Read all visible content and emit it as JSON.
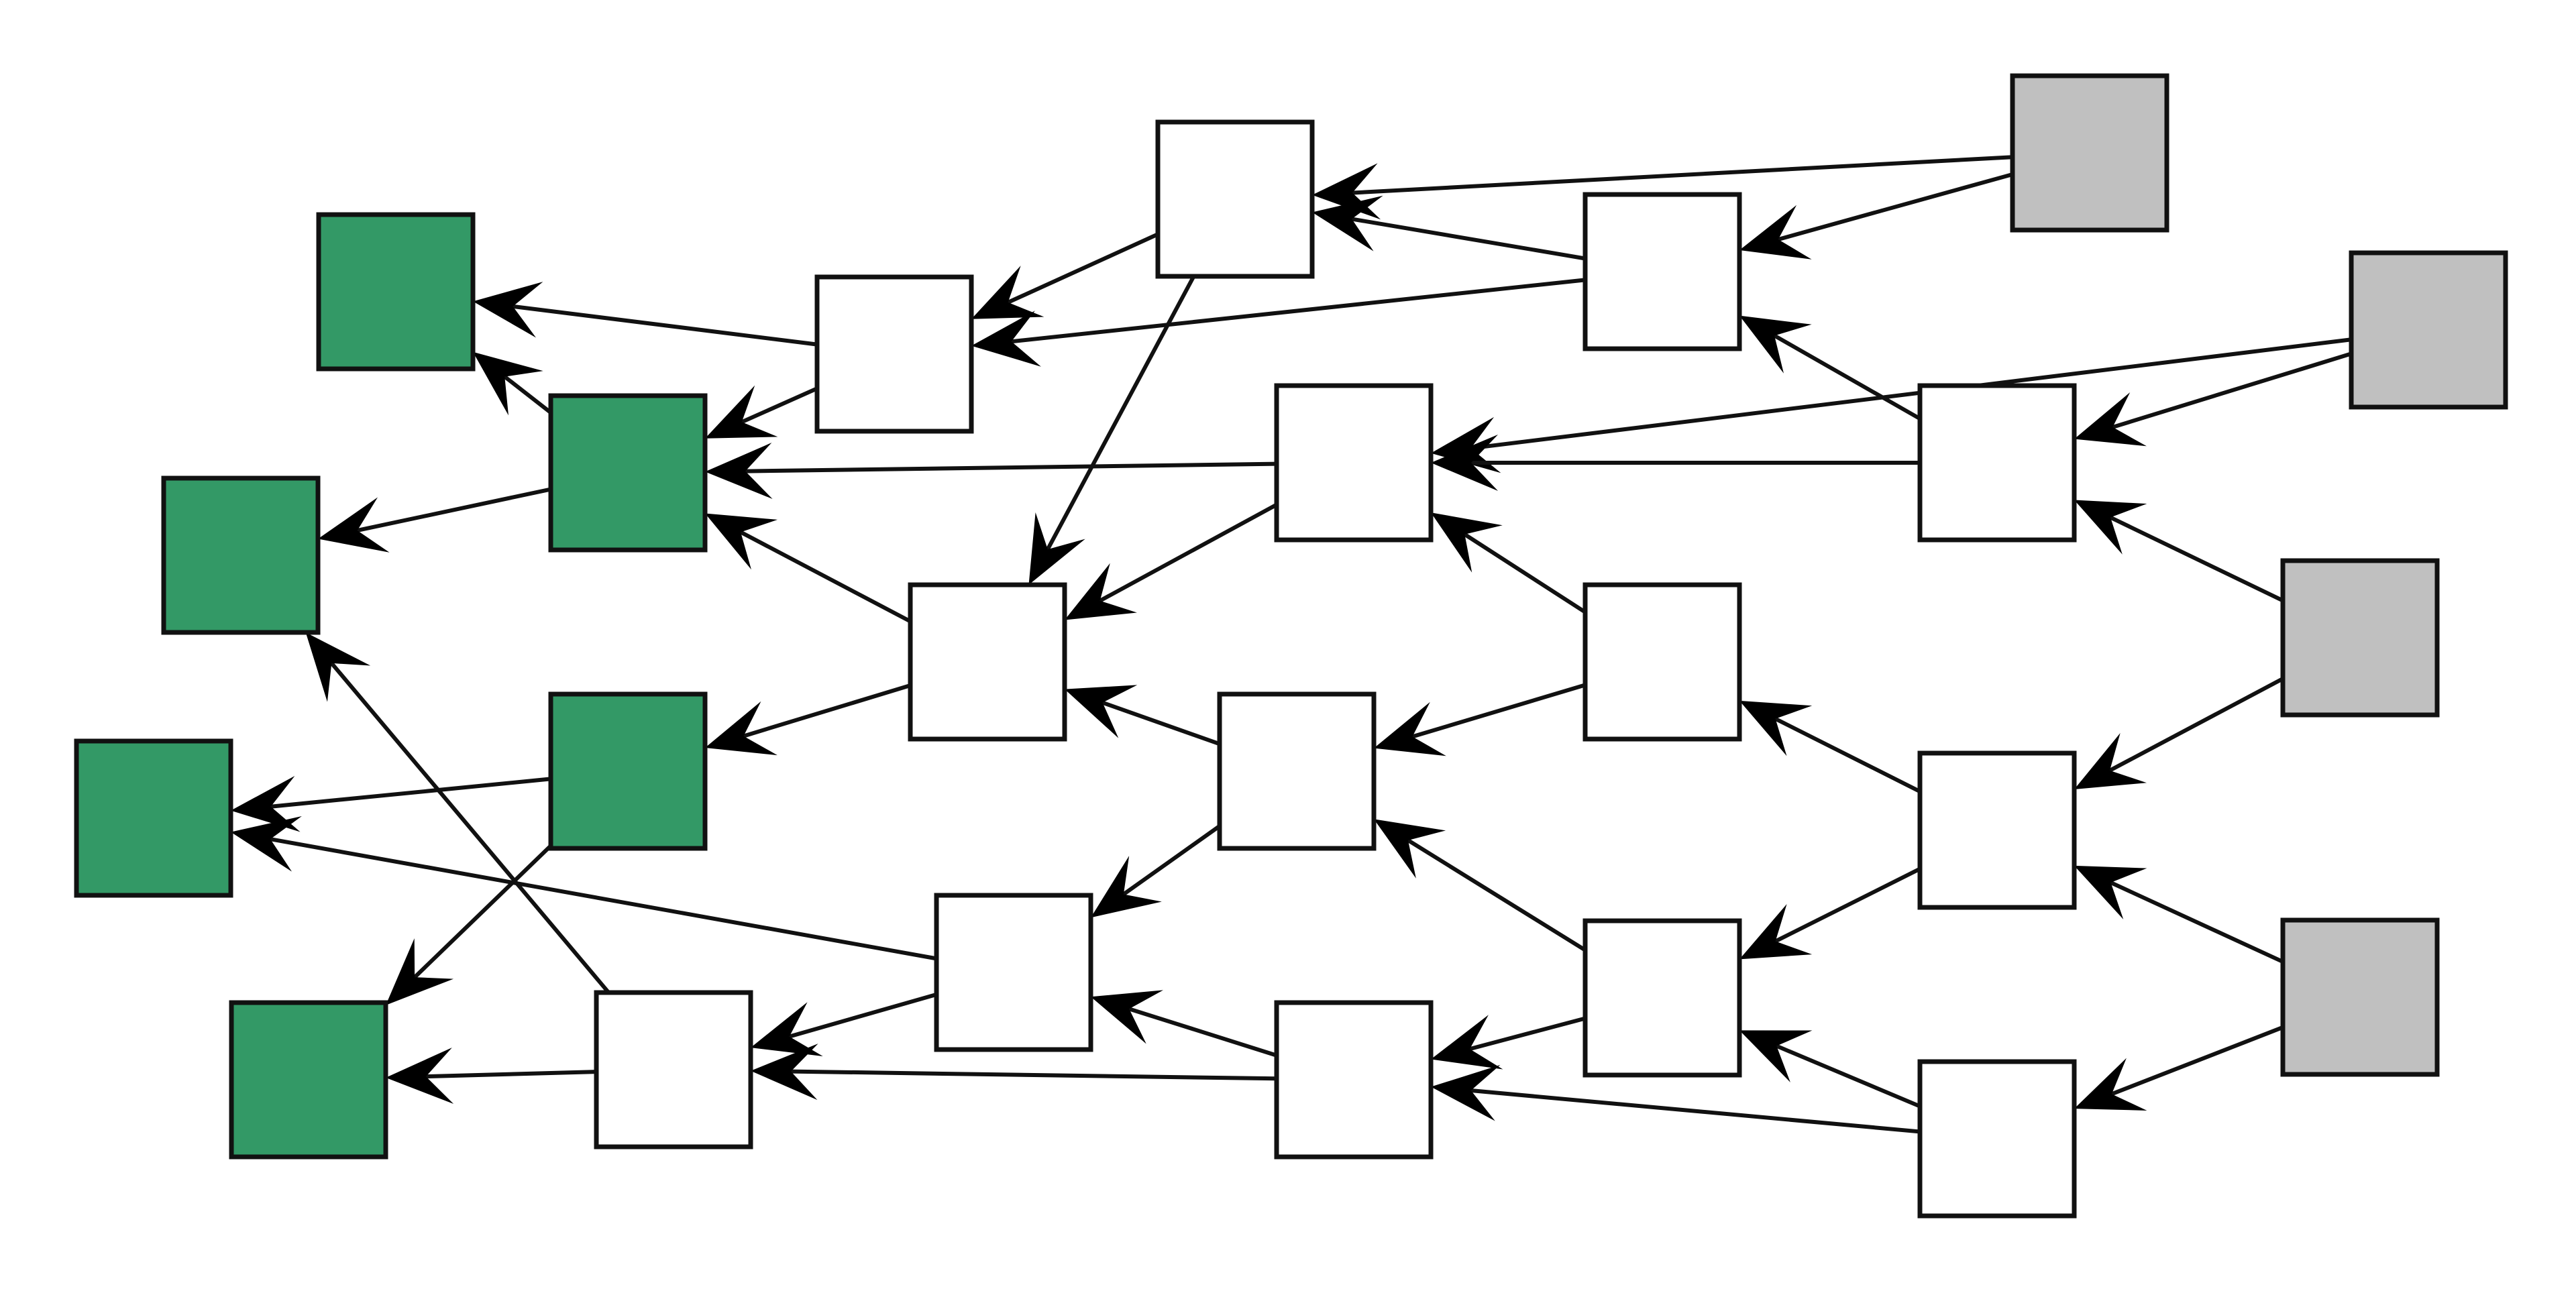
{
  "colors": {
    "source": "#c0c0c0",
    "sink": "#339966",
    "intermediate": "#ffffff",
    "edge": "#111111"
  },
  "nodes": [
    {
      "id": "n1",
      "kind": "source"
    },
    {
      "id": "n2",
      "kind": "source"
    },
    {
      "id": "n3",
      "kind": "source"
    },
    {
      "id": "n4",
      "kind": "source"
    },
    {
      "id": "n5",
      "kind": "intermediate"
    },
    {
      "id": "n6",
      "kind": "intermediate"
    },
    {
      "id": "n7",
      "kind": "intermediate"
    },
    {
      "id": "n8",
      "kind": "intermediate"
    },
    {
      "id": "n9",
      "kind": "intermediate"
    },
    {
      "id": "n10",
      "kind": "intermediate"
    },
    {
      "id": "n11",
      "kind": "intermediate"
    },
    {
      "id": "n12",
      "kind": "intermediate"
    },
    {
      "id": "n13",
      "kind": "intermediate"
    },
    {
      "id": "n14",
      "kind": "intermediate"
    },
    {
      "id": "n15",
      "kind": "intermediate"
    },
    {
      "id": "n16",
      "kind": "intermediate"
    },
    {
      "id": "n17",
      "kind": "intermediate"
    },
    {
      "id": "n18",
      "kind": "intermediate"
    },
    {
      "id": "n19",
      "kind": "intermediate"
    },
    {
      "id": "n20",
      "kind": "sink"
    },
    {
      "id": "n21",
      "kind": "sink"
    },
    {
      "id": "n22",
      "kind": "sink"
    },
    {
      "id": "n23",
      "kind": "sink"
    },
    {
      "id": "n24",
      "kind": "sink"
    },
    {
      "id": "n25",
      "kind": "sink"
    }
  ],
  "edges": [
    {
      "from": "n1",
      "to": "n10"
    },
    {
      "from": "n1",
      "to": "n9"
    },
    {
      "from": "n2",
      "to": "n11"
    },
    {
      "from": "n2",
      "to": "n12"
    },
    {
      "from": "n3",
      "to": "n11"
    },
    {
      "from": "n3",
      "to": "n5"
    },
    {
      "from": "n4",
      "to": "n5"
    },
    {
      "from": "n4",
      "to": "n6"
    },
    {
      "from": "n9",
      "to": "n10"
    },
    {
      "from": "n9",
      "to": "n14"
    },
    {
      "from": "n11",
      "to": "n9"
    },
    {
      "from": "n11",
      "to": "n12"
    },
    {
      "from": "n5",
      "to": "n8"
    },
    {
      "from": "n5",
      "to": "n7"
    },
    {
      "from": "n6",
      "to": "n7"
    },
    {
      "from": "n6",
      "to": "n15"
    },
    {
      "from": "n8",
      "to": "n13"
    },
    {
      "from": "n8",
      "to": "n12"
    },
    {
      "from": "n7",
      "to": "n13"
    },
    {
      "from": "n7",
      "to": "n15"
    },
    {
      "from": "n10",
      "to": "n14"
    },
    {
      "from": "n10",
      "to": "n16"
    },
    {
      "from": "n12",
      "to": "n16"
    },
    {
      "from": "n12",
      "to": "n21"
    },
    {
      "from": "n13",
      "to": "n16"
    },
    {
      "from": "n13",
      "to": "n17"
    },
    {
      "from": "n15",
      "to": "n17"
    },
    {
      "from": "n15",
      "to": "n18"
    },
    {
      "from": "n14",
      "to": "n20"
    },
    {
      "from": "n14",
      "to": "n21"
    },
    {
      "from": "n16",
      "to": "n21"
    },
    {
      "from": "n16",
      "to": "n23"
    },
    {
      "from": "n17",
      "to": "n18"
    },
    {
      "from": "n17",
      "to": "n24"
    },
    {
      "from": "n21",
      "to": "n20"
    },
    {
      "from": "n21",
      "to": "n22"
    },
    {
      "from": "n23",
      "to": "n24"
    },
    {
      "from": "n23",
      "to": "n25"
    },
    {
      "from": "n18",
      "to": "n25"
    },
    {
      "from": "n18",
      "to": "n22"
    }
  ]
}
